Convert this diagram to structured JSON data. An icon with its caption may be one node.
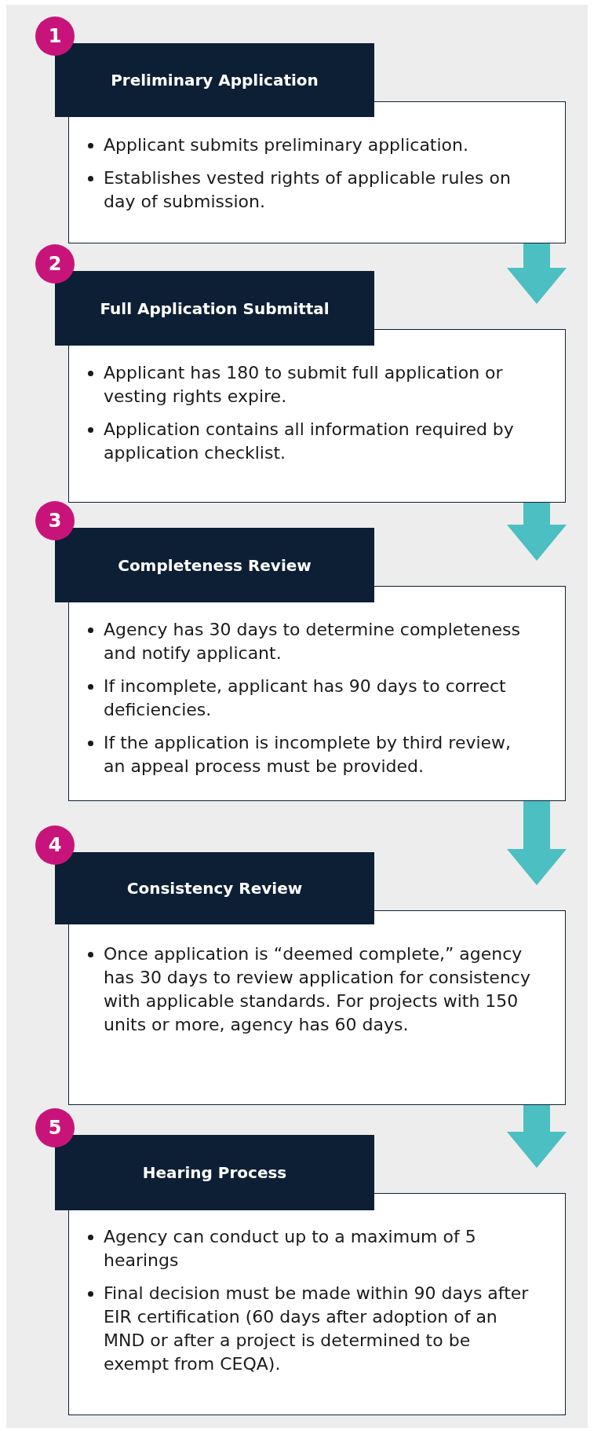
{
  "diagram": {
    "nodes": [
      {
        "text": [
          "Preliminary Application",
          "Applicant submits preliminary application.",
          "Establishes vested rights of applicable rules on day of submission."
        ]
      },
      {
        "text": [
          "1"
        ]
      },
      {
        "text": [
          "Full Application Submittal",
          "Applicant has 180 to submit full application or vesting rights expire.",
          "Application contains all information required by application checklist."
        ]
      },
      {
        "text": [
          "2"
        ]
      },
      {
        "text": [
          "Completeness Review",
          "Agency has 30 days to determine completeness and notify applicant.",
          "If incomplete, applicant has 90 days to correct deficiencies.",
          "If the application is incomplete by third review, an appeal process must be provided."
        ]
      },
      {
        "text": [
          "3"
        ]
      },
      {
        "text": [
          "Consistency Review",
          "Once application is “deemed complete,” agency has 30 days to review application for consistency with applicable standards. For projects with 150 units or more, agency has 60 days."
        ]
      },
      {
        "text": [
          "4"
        ]
      },
      {
        "text": [
          "Hearing Process",
          "Agency can conduct up to a maximum of 5 hearings",
          "Final decision must be made within 90 days after EIR certification (60 days after adoption of an MND or after a project is determined to be exempt from CEQA)."
        ]
      },
      {
        "text": [
          "5"
        ]
      }
    ],
    "edges": [
      {
        "from": 0,
        "to": 2,
        "arrow": "to"
      },
      {
        "from": 2,
        "to": 4,
        "arrow": "to"
      },
      {
        "from": 4,
        "to": 6,
        "arrow": "to"
      },
      {
        "from": 6,
        "to": 8,
        "arrow": "to"
      }
    ]
  }
}
